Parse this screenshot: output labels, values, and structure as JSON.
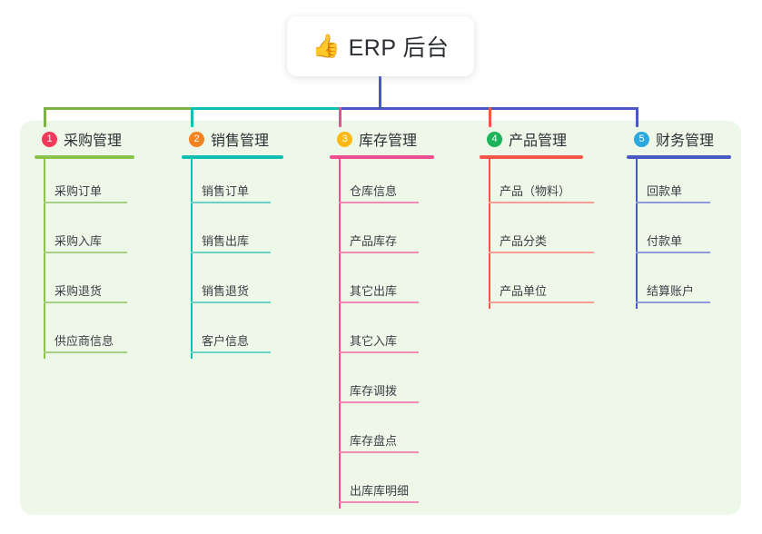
{
  "root": {
    "icon": "thumbs-up-icon",
    "emoji": "👍",
    "title": "ERP 后台"
  },
  "colors": {
    "panel_bg": "#eef8e9",
    "root_trunk": "#4a58c4",
    "branch_1": "#7cb342",
    "branch_2": "#11c0b2",
    "branch_3": "#ef4f91",
    "branch_4": "#f4564a",
    "branch_5": "#4a58c4",
    "badge_1": "#f2395a",
    "badge_2": "#f58220",
    "badge_3": "#fbb914",
    "badge_4": "#1bb45a",
    "badge_5": "#29a9e0",
    "rule_1": "#8bc34a",
    "rule_2": "#11c0b2",
    "rule_3": "#ef4f91",
    "rule_4": "#f4564a",
    "rule_5": "#4a58c4",
    "leaf_rule_1": "#a8cf84",
    "leaf_rule_2": "#6fd0c8",
    "leaf_rule_3": "#f08cb4",
    "leaf_rule_4": "#f79d96",
    "leaf_rule_5": "#8e9bd8",
    "text": "#2b2f35"
  },
  "columns": [
    {
      "number": "1",
      "title": "采购管理",
      "items": [
        {
          "label": "采购订单"
        },
        {
          "label": "采购入库"
        },
        {
          "label": "采购退货"
        },
        {
          "label": "供应商信息"
        }
      ]
    },
    {
      "number": "2",
      "title": "销售管理",
      "items": [
        {
          "label": "销售订单"
        },
        {
          "label": "销售出库"
        },
        {
          "label": "销售退货"
        },
        {
          "label": "客户信息"
        }
      ]
    },
    {
      "number": "3",
      "title": "库存管理",
      "items": [
        {
          "label": "仓库信息"
        },
        {
          "label": "产品库存"
        },
        {
          "label": "其它出库"
        },
        {
          "label": "其它入库"
        },
        {
          "label": "库存调拨"
        },
        {
          "label": "库存盘点"
        },
        {
          "label": "出库库明细"
        }
      ]
    },
    {
      "number": "4",
      "title": "产品管理",
      "items": [
        {
          "label": "产品（物料）"
        },
        {
          "label": "产品分类"
        },
        {
          "label": "产品单位"
        }
      ]
    },
    {
      "number": "5",
      "title": "财务管理",
      "items": [
        {
          "label": "回款单"
        },
        {
          "label": "付款单"
        },
        {
          "label": "结算账户"
        }
      ]
    }
  ]
}
